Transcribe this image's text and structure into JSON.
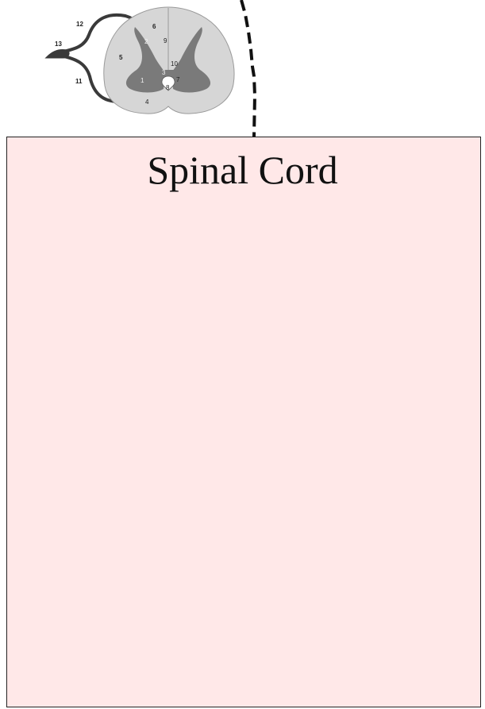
{
  "title": "Spinal Cord",
  "labels": {
    "l1": "1",
    "l2": "2",
    "l3": "3",
    "l4": "4",
    "l5": "5",
    "l6": "6",
    "l7": "7",
    "l8": "8",
    "l9": "9",
    "l10": "10",
    "l11": "11",
    "l12": "12",
    "l13": "13"
  },
  "colors": {
    "box_fill": "#ffe8e8",
    "white_matter": "#d6d6d6",
    "grey_matter": "#7a7a7a",
    "nerve": "#3a3a3a"
  }
}
